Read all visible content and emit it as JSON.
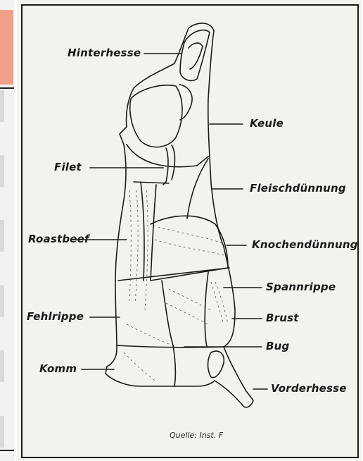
{
  "labels": {
    "hinterhesse": "Hinterhesse",
    "keule": "Keule",
    "filet": "Filet",
    "fleischduennung": "Fleischdünnung",
    "roastbeef": "Roastbeef",
    "knochenduennung": "Knochendünnung",
    "spannrippe": "Spannrippe",
    "fehlrippe": "Fehlrippe",
    "brust": "Brust",
    "bug": "Bug",
    "komm": "Komm",
    "vorderhesse": "Vorderhesse"
  },
  "source": "Quelle: Inst. F",
  "colors": {
    "accent_tab": "#f2a08a",
    "paper": "#f4f2ed",
    "ink": "#1a1a1a"
  }
}
